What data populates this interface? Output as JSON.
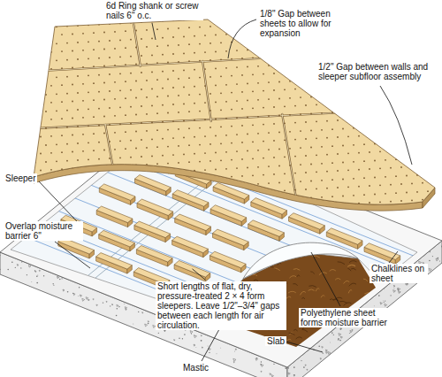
{
  "diagram": {
    "labels": [
      "6d Ring shank or screw nails 6\" o.c.",
      "1/8\" Gap between sheets to allow for expansion",
      "1/2\" Gap between walls and sleeper subfloor assembly",
      "Sleeper",
      "Overlap moisture barrier 6\"",
      "Chalklines on sheet",
      "Short lengths of flat, dry, pressure-treated 2 × 4 form sleepers. Leave 1/2\"–3/4\" gaps between each length for air circulation.",
      "Polyethylene sheet forms moisture barrier",
      "Slab",
      "Mastic"
    ]
  }
}
